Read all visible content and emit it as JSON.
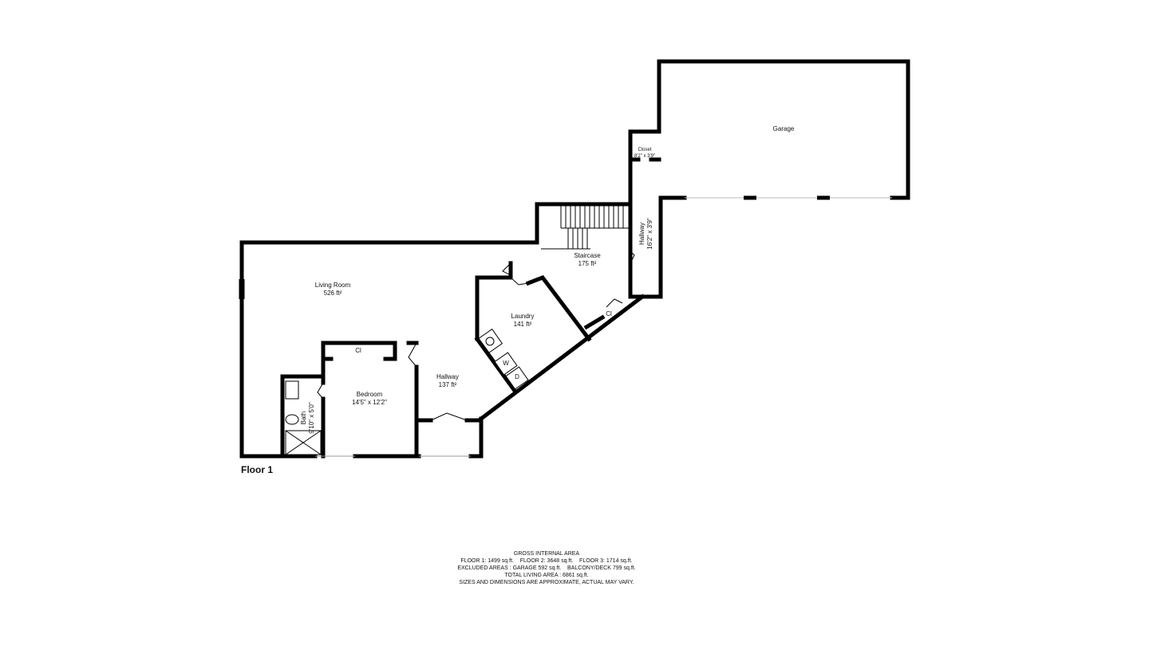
{
  "floor_title": "Floor 1",
  "rooms": {
    "garage": {
      "name": "Garage"
    },
    "closet": {
      "name": "Closet",
      "size": "8'2\" x 3'9\""
    },
    "hallway_upper": {
      "name": "Hallway",
      "size": "16'2\" x 3'9\""
    },
    "staircase": {
      "name": "Staircase",
      "size": "175 ft²"
    },
    "living_room": {
      "name": "Living Room",
      "size": "526 ft²"
    },
    "laundry": {
      "name": "Laundry",
      "size": "141 ft²"
    },
    "closet_small_1": {
      "name": "Cl"
    },
    "closet_small_2": {
      "name": "Cl"
    },
    "hallway_lower": {
      "name": "Hallway",
      "size": "137 ft²"
    },
    "bedroom": {
      "name": "Bedroom",
      "size": "14'5\" x 12'2\""
    },
    "bath": {
      "name": "Bath",
      "size": "9'10\" x 5'0\""
    }
  },
  "appliances": {
    "washer": "W",
    "dryer": "D"
  },
  "notes": [
    "GROSS INTERNAL AREA",
    "FLOOR 1: 1499 sq.ft.    FLOOR 2: 3648 sq.ft.    FLOOR 3: 1714 sq.ft.",
    "EXCLUDED AREAS : GARAGE 592 sq.ft.    BALCONY/DECK 799 sq.ft.",
    "TOTAL LIVING AREA : 6861 sq.ft.",
    "SIZES AND DIMENSIONS ARE APPROXIMATE, ACTUAL MAY VARY."
  ]
}
